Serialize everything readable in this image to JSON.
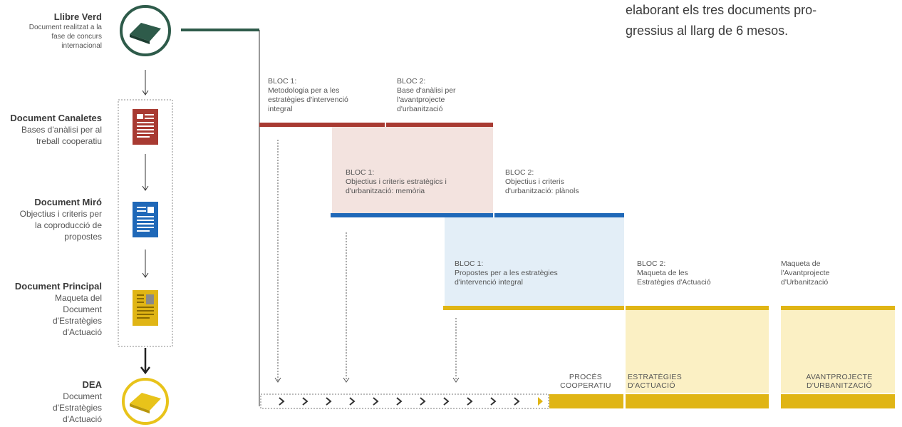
{
  "intro": {
    "line1": "elaborant els tres documents pro-",
    "line2": "gressius al llarg de 6 mesos."
  },
  "documents": [
    {
      "title": "Llibre Verd",
      "desc": [
        "Document realitzat a la",
        "fase de concurs",
        "internacional"
      ],
      "icon": "green-book-icon",
      "color": "#2e5b4a"
    },
    {
      "title": "Document Canaletes",
      "desc": [
        "Bases d'anàlisi per al",
        "treball cooperatiu"
      ],
      "icon": "red-document-icon",
      "color": "#a83a32"
    },
    {
      "title": "Document Miró",
      "desc": [
        "Objectius i criteris per",
        "la coproducció de",
        "propostes"
      ],
      "icon": "blue-document-icon",
      "color": "#1f68b8"
    },
    {
      "title": "Document Principal",
      "desc": [
        "Maqueta del",
        "Document",
        "d'Estratègies",
        "d'Actuació"
      ],
      "icon": "yellow-document-icon",
      "color": "#e0b515"
    },
    {
      "title": "DEA",
      "desc": [
        "Document",
        "d'Estratègies",
        "d'Actuació"
      ],
      "icon": "yellow-book-icon",
      "color": "#e8c31a"
    }
  ],
  "blocs": {
    "canaletes_1": {
      "title": "BLOC 1:",
      "text": [
        "Metodologia per a les",
        "estratègies d'intervenció",
        "integral"
      ]
    },
    "canaletes_2": {
      "title": "BLOC 2:",
      "text": [
        "Base d'anàlisi per",
        "l'avantprojecte",
        "d'urbanització"
      ]
    },
    "miro_1": {
      "title": "BLOC 1:",
      "text": [
        "Objectius i criteris estratègics i",
        "d'urbanització: memòria"
      ]
    },
    "miro_2": {
      "title": "BLOC 2:",
      "text": [
        "Objectius i criteris",
        "d'urbanització: plànols"
      ]
    },
    "principal_1": {
      "title": "BLOC 1:",
      "text": [
        "Propostes per a les estratègies",
        "d'intervenció integral"
      ]
    },
    "principal_2": {
      "title": "BLOC 2:",
      "text": [
        "Maqueta de les",
        "Estratègies d'Actuació"
      ]
    },
    "principal_3": {
      "title": "",
      "text": [
        "Maqueta de",
        "l'Avantprojecte",
        "d'Urbanització"
      ]
    }
  },
  "phases": [
    {
      "line1": "PROCÉS",
      "line2": "COOPERATIU"
    },
    {
      "line1": "ESTRATÈGIES",
      "line2": "D'ACTUACIÓ"
    },
    {
      "line1": "AVANTPROJECTE",
      "line2": "D'URBANITZACIÓ"
    }
  ],
  "colors": {
    "green": "#2e5b4a",
    "red": "#a83a32",
    "blue": "#1f68b8",
    "yellow": "#e0b515",
    "pink_fill": "#f3e3df",
    "blue_fill": "#e3eef7",
    "yellow_fill": "#fbf0c4"
  }
}
